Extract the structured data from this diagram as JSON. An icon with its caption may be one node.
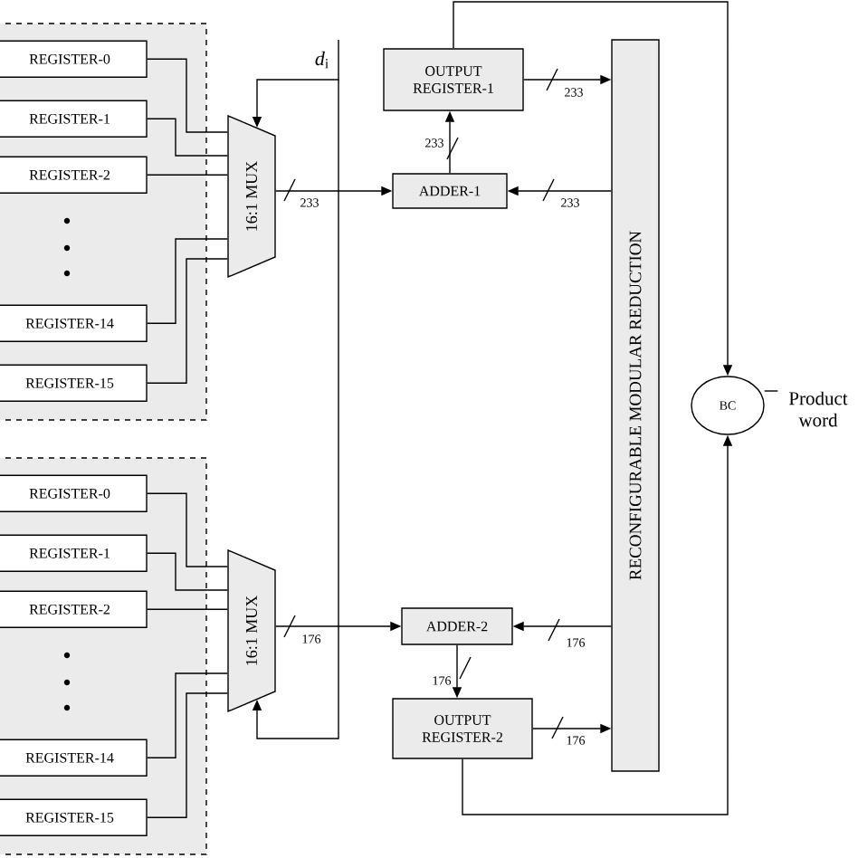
{
  "diagram": {
    "nodes": [
      {
        "text": [],
        "shape": "box"
      },
      {
        "text": [
          "REGISTER-0"
        ],
        "in": 0
      },
      {
        "text": [
          "REGISTER-1"
        ],
        "in": 0
      },
      {
        "text": [
          "REGISTER-2"
        ],
        "in": 0
      },
      {
        "text": [
          "REGISTER-14"
        ],
        "in": 0
      },
      {
        "text": [
          "REGISTER-15"
        ],
        "in": 0
      },
      {
        "text": [
          "16:1 MUX"
        ]
      },
      {
        "text": [
          "OUTPUT REGISTER-1"
        ]
      },
      {
        "text": [
          "ADDER-1"
        ]
      },
      {
        "text": [
          "RECONFIGURABLE MODULAR REDUCTION"
        ]
      },
      {
        "text": [
          "BC"
        ]
      },
      {
        "text": [
          "Product word"
        ]
      },
      {
        "text": [],
        "shape": "box"
      },
      {
        "text": [
          "REGISTER-0"
        ],
        "in": 12
      },
      {
        "text": [
          "REGISTER-1"
        ],
        "in": 12
      },
      {
        "text": [
          "REGISTER-2"
        ],
        "in": 12
      },
      {
        "text": [
          "REGISTER-14"
        ],
        "in": 12
      },
      {
        "text": [
          "REGISTER-15"
        ],
        "in": 12
      },
      {
        "text": [
          "16:1 MUX"
        ]
      },
      {
        "text": [
          "ADDER-2"
        ]
      },
      {
        "text": [
          "OUTPUT REGISTER-2"
        ]
      },
      {
        "text": [
          "*d*$_{i}$"
        ]
      }
    ],
    "edges": [
      {
        "from": 1,
        "to": 6,
        "arrow": "none"
      },
      {
        "from": 2,
        "to": 6,
        "arrow": "none"
      },
      {
        "from": 3,
        "to": 6,
        "arrow": "none"
      },
      {
        "from": 4,
        "to": 6,
        "arrow": "none"
      },
      {
        "from": 5,
        "to": 6,
        "arrow": "none"
      },
      {
        "from": 21,
        "to": 6,
        "arrow": "to"
      },
      {
        "from": 6,
        "to": 8,
        "arrow": "to",
        "label": "233"
      },
      {
        "from": 8,
        "to": 7,
        "arrow": "to",
        "label": "233"
      },
      {
        "from": 7,
        "to": 9,
        "arrow": "to",
        "label": "233"
      },
      {
        "from": 9,
        "to": 8,
        "arrow": "to",
        "label": "233"
      },
      {
        "from": 7,
        "to": 10,
        "arrow": "to"
      },
      {
        "from": 10,
        "to": 11,
        "arrow": "none"
      },
      {
        "from": 13,
        "to": 18,
        "arrow": "none"
      },
      {
        "from": 14,
        "to": 18,
        "arrow": "none"
      },
      {
        "from": 15,
        "to": 18,
        "arrow": "none"
      },
      {
        "from": 16,
        "to": 18,
        "arrow": "none"
      },
      {
        "from": 17,
        "to": 18,
        "arrow": "none"
      },
      {
        "from": 21,
        "to": 18,
        "arrow": "to"
      },
      {
        "from": 18,
        "to": 19,
        "arrow": "to",
        "label": "176"
      },
      {
        "from": 9,
        "to": 19,
        "arrow": "to",
        "label": "176"
      },
      {
        "from": 19,
        "to": 20,
        "arrow": "to",
        "label": "176"
      },
      {
        "from": 20,
        "to": 9,
        "arrow": "to",
        "label": "176"
      },
      {
        "from": 20,
        "to": 10,
        "arrow": "to"
      }
    ]
  }
}
